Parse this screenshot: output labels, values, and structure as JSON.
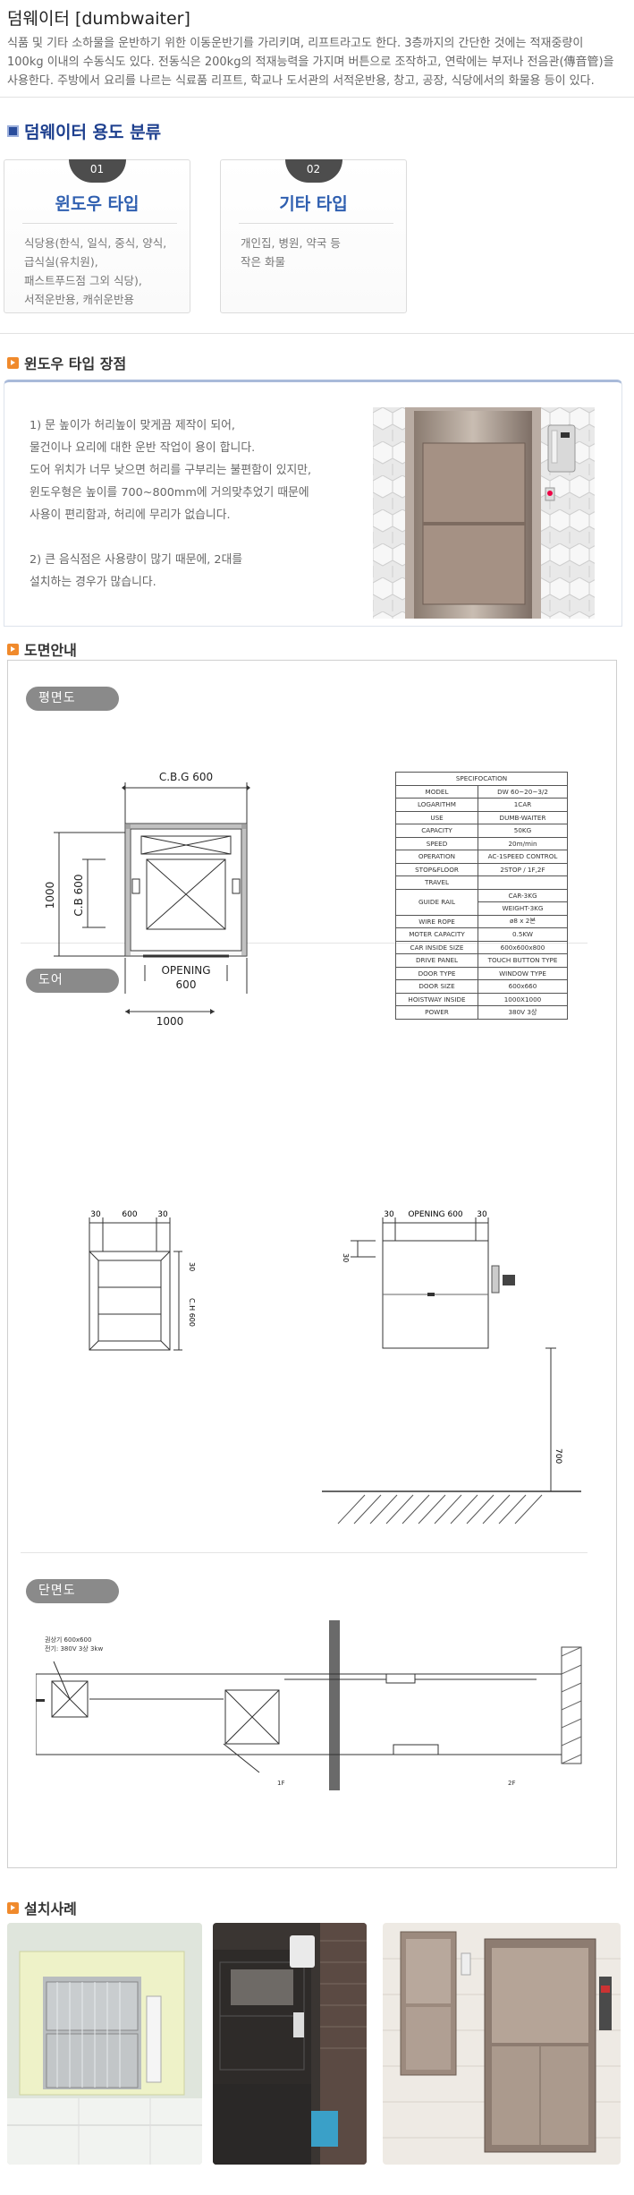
{
  "page": {
    "title": "덤웨이터 [dumbwaiter]",
    "intro": "식품 및 기타 소하물을 운반하기 위한 이동운반기를 가리키며, 리프트라고도 한다. 3층까지의 간단한 것에는 적재중량이\n100kg 이내의 수동식도 있다. 전동식은 200kg의 적재능력을 가지며 버튼으로 조작하고, 연락에는 부저나 전음관(傳音管)을\n사용한다. 주방에서 요리를 나르는 식료품 리프트, 학교나 도서관의 서적운반용, 창고, 공장, 식당에서의 화물용 등이 있다."
  },
  "usage": {
    "heading": "덤웨이터 용도 분류",
    "cards": [
      {
        "num": "01",
        "title": "윈도우 타입",
        "desc": "식당용(한식, 일식, 중식, 양식,\n급식실(유치원),\n패스트푸드점 그외 식당),\n서적운반용, 캐쉬운반용"
      },
      {
        "num": "02",
        "title": "기타 타입",
        "desc": "개인집, 병원, 약국 등\n작은 화물"
      }
    ]
  },
  "advantages": {
    "heading": "윈도우 타입 장점",
    "text": "1) 문 높이가 허리높이 맞게끔 제작이 되어,\n     물건이나 요리에 대한 운반 작업이 용이 합니다.\n     도어 위치가 너무 낮으면  허리를 구부리는 불편함이 있지만,\n     윈도우형은 높이를 700~800mm에 거의맞추었기 때문에\n     사용이 편리함과, 허리에 무리가 없습니다.\n\n2) 큰 음식점은 사용량이 많기 때문에, 2대를\n     설치하는 경우가 많습니다."
  },
  "drawings": {
    "heading": "도면안내",
    "plan": {
      "label": "평면도",
      "cbg": "C.B.G 600",
      "cb": "C.B 600",
      "height_dim": "1000",
      "opening": "OPENING",
      "opening_val": "600",
      "width_dim": "1000"
    },
    "spec_title": "SPECIFOCATION",
    "spec_rows": [
      [
        "MODEL",
        "DW 60~20~3/2"
      ],
      [
        "LOGARITHM",
        "1CAR"
      ],
      [
        "USE",
        "DUMB-WAITER"
      ],
      [
        "CAPACITY",
        "50KG"
      ],
      [
        "SPEED",
        "20m/min"
      ],
      [
        "OPERATION",
        "AC-1SPEED CONTROL"
      ],
      [
        "STOP&FLOOR",
        "2STOP / 1F,2F"
      ],
      [
        "TRAVEL",
        ""
      ],
      [
        "GUIDE RAIL",
        "CAR-3KG",
        "WEIGHT-3KG"
      ],
      [
        "WIRE ROPE",
        "ø8 x 2본"
      ],
      [
        "MOTER CAPACITY",
        "0.5KW"
      ],
      [
        "CAR INSIDE SIZE",
        "600x600x800"
      ],
      [
        "DRIVE PANEL",
        "TOUCH BUTTON TYPE"
      ],
      [
        "DOOR TYPE",
        "WINDOW TYPE"
      ],
      [
        "DOOR SIZE",
        "600x660"
      ],
      [
        "HOISTWAY INSIDE",
        "1000X1000"
      ],
      [
        "POWER",
        "380V 3상"
      ]
    ],
    "door": {
      "label": "도어",
      "d30a": "30",
      "d600": "600",
      "d30b": "30",
      "ch": "C.H 600",
      "d30c": "30",
      "r30a": "30",
      "opening600": "OPENING 600",
      "r30b": "30",
      "r30c": "30",
      "d700": "700"
    },
    "section": {
      "label": "단면도",
      "note1": "권상기 600x600",
      "note2": "전기: 380V 3상 3kw",
      "f1": "1F",
      "f2": "2F"
    }
  },
  "install": {
    "heading": "설치사례"
  }
}
